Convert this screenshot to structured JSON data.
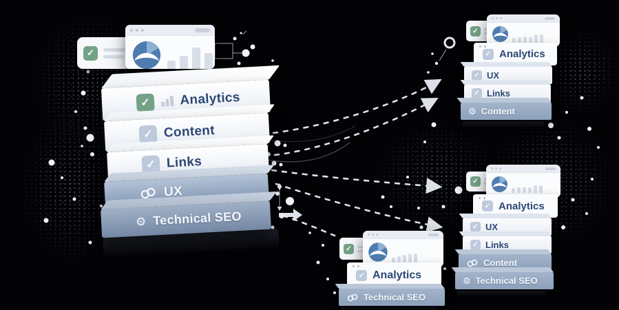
{
  "illustration": {
    "theme_colors": {
      "background": "#030306",
      "navy_text": "#2c4875",
      "check_green": "#74a287",
      "check_steel": "#bdcadb",
      "pie_blue": "#4f7cb0",
      "pie_blue_light": "#8db0d3",
      "slab_blue": "#8ca1bd",
      "slab_blue_dark": "#7e92ae",
      "arrow_white": "#e9edf4"
    },
    "stacks": {
      "main": {
        "layers": [
          {
            "label": "Analytics",
            "icon": "green-checkbox-icon, bar-chart-icon",
            "variant": "white"
          },
          {
            "label": "Content",
            "icon": "checkbox-icon",
            "variant": "white"
          },
          {
            "label": "Links",
            "icon": "checkbox-icon",
            "variant": "white"
          },
          {
            "label": "UX",
            "icon": "link-icon",
            "variant": "blue"
          },
          {
            "label": "Technical SEO",
            "icon": "gear-icon",
            "variant": "blue-dark"
          }
        ]
      },
      "top_right": {
        "layers": [
          {
            "label": "Analytics",
            "icon": "checkbox-icon",
            "variant": "card"
          },
          {
            "label": "UX",
            "icon": "checkbox-icon",
            "variant": "white"
          },
          {
            "label": "Links",
            "icon": "checkbox-icon",
            "variant": "white"
          },
          {
            "label": "Content",
            "icon": "gear-icon",
            "variant": "blue"
          }
        ]
      },
      "bottom_right": {
        "layers": [
          {
            "label": "Analytics",
            "icon": "checkbox-icon",
            "variant": "card"
          },
          {
            "label": "UX",
            "icon": "checkbox-icon",
            "variant": "white"
          },
          {
            "label": "Links",
            "icon": "checkbox-icon",
            "variant": "white"
          },
          {
            "label": "Content",
            "icon": "link-icon",
            "variant": "blue"
          },
          {
            "label": "Technical SEO",
            "icon": "gear-icon",
            "variant": "blue"
          }
        ]
      },
      "bottom_middle": {
        "layers": [
          {
            "label": "Analytics",
            "icon": "checkbox-icon",
            "variant": "card"
          },
          {
            "label": "Technical SEO",
            "icon": "link-icon",
            "variant": "blue"
          }
        ]
      }
    }
  }
}
